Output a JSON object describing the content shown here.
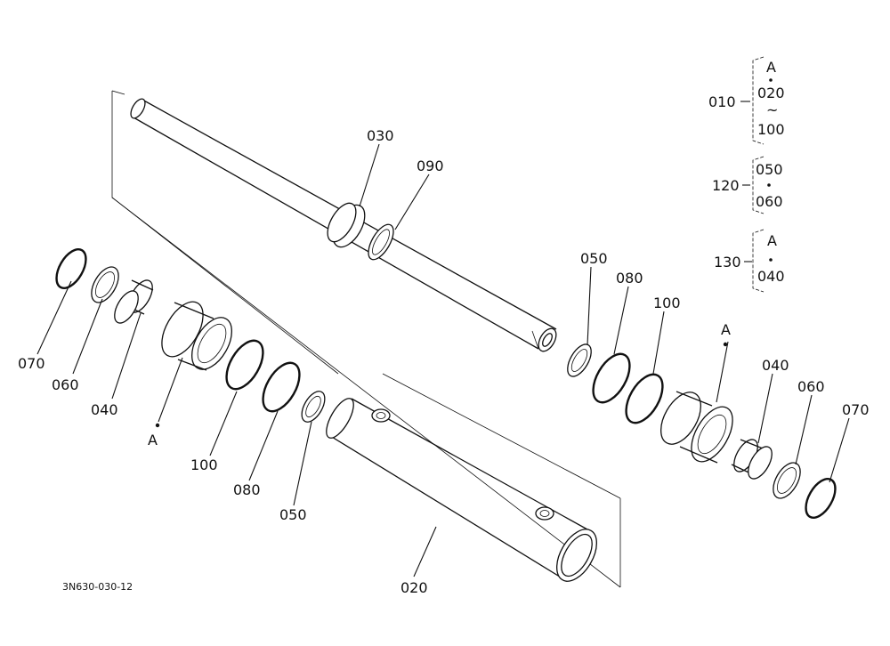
{
  "drawing_code": "3N630-030-12",
  "callouts": {
    "p030": "030",
    "p090": "090",
    "p050_right": "050",
    "p080_right": "080",
    "p100_right": "100",
    "pA_right": "A",
    "p040_right": "040",
    "p060_right": "060",
    "p070_right": "070",
    "p070_left": "070",
    "p060_left": "060",
    "p040_left": "040",
    "pA_left": "A",
    "p100_left": "100",
    "p080_left": "080",
    "p050_left": "050",
    "p020": "020"
  },
  "legend": {
    "g010": {
      "assembly": "010",
      "items": [
        "A",
        "020",
        "100"
      ],
      "connector": "~"
    },
    "g120": {
      "assembly": "120",
      "items": [
        "050",
        "060"
      ]
    },
    "g130": {
      "assembly": "130",
      "items": [
        "A",
        "040"
      ]
    }
  }
}
